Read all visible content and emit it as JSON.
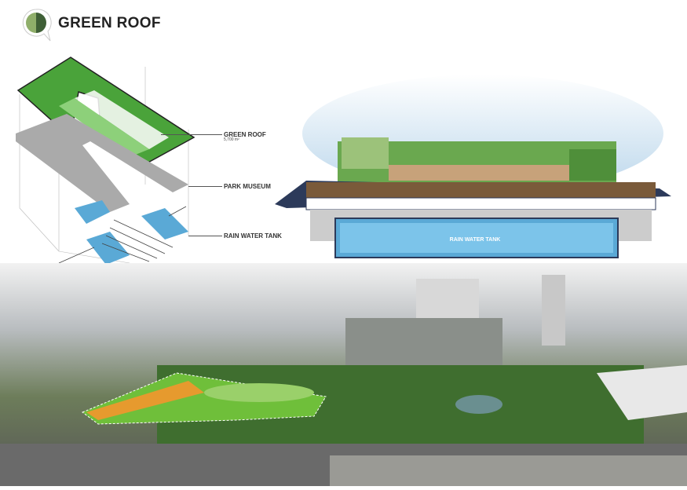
{
  "header": {
    "title": "GREEN ROOF",
    "icon": "green-half-circle-badge-icon"
  },
  "exploded_diagram": {
    "labels": {
      "green_roof": "GREEN ROOF",
      "green_roof_area": "5,700 m²",
      "park_museum": "PARK MUSEUM",
      "rain_water_tank": "RAIN WATER TANK"
    }
  },
  "section": {
    "tank_label": "RAIN WATER TANK"
  },
  "colors": {
    "brand_light": "#8fae6a",
    "brand_dark": "#3f5f36",
    "roof_green": "#4aa33a",
    "tank_blue": "#5aa9d6",
    "structure_navy": "#2c3a5a"
  }
}
